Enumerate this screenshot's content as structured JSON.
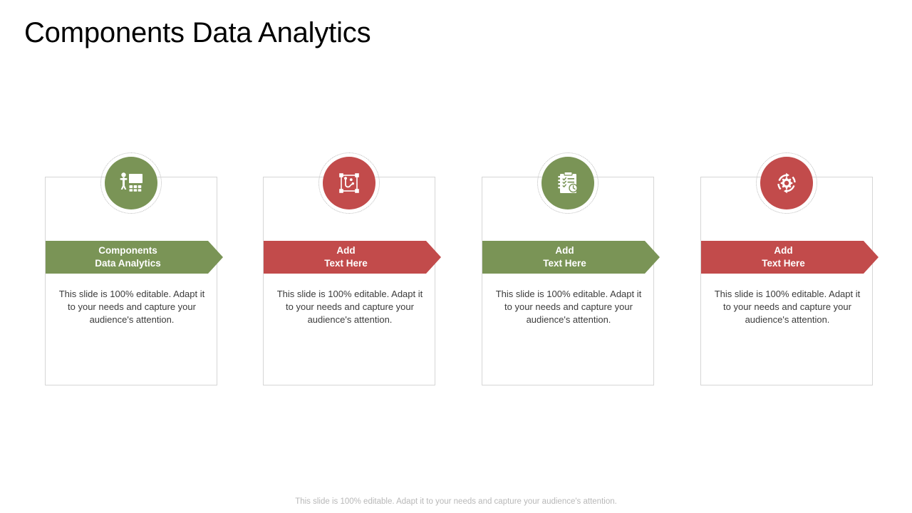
{
  "slide": {
    "title": "Components Data Analytics",
    "footer_note": "This slide is 100% editable. Adapt it to your needs and capture your audience's attention."
  },
  "colors": {
    "green": "#7a9456",
    "red": "#c24b4b",
    "card_border": "#d6d6d6",
    "ring": "#b9b9b9",
    "body_text": "#3b3b3b",
    "footer_text": "#b8b8b8",
    "title_text": "#000000",
    "banner_text": "#ffffff"
  },
  "cards": [
    {
      "icon": "presenter-board-icon",
      "accent": "#7a9456",
      "banner_line1": "Components",
      "banner_line2": "Data Analytics",
      "body": "This slide is 100% editable. Adapt it to your needs and capture your audience's attention."
    },
    {
      "icon": "bezier-path-icon",
      "accent": "#c24b4b",
      "banner_line1": "Add",
      "banner_line2": "Text Here",
      "body": "This slide is 100% editable. Adapt it to your needs and capture your audience's attention."
    },
    {
      "icon": "checklist-clock-icon",
      "accent": "#7a9456",
      "banner_line1": "Add",
      "banner_line2": "Text Here",
      "body": "This slide is 100% editable. Adapt it to your needs and capture your audience's attention."
    },
    {
      "icon": "gear-cycle-icon",
      "accent": "#c24b4b",
      "banner_line1": "Add",
      "banner_line2": "Text Here",
      "body": "This slide is 100% editable. Adapt it to your needs and capture your audience's attention."
    }
  ]
}
